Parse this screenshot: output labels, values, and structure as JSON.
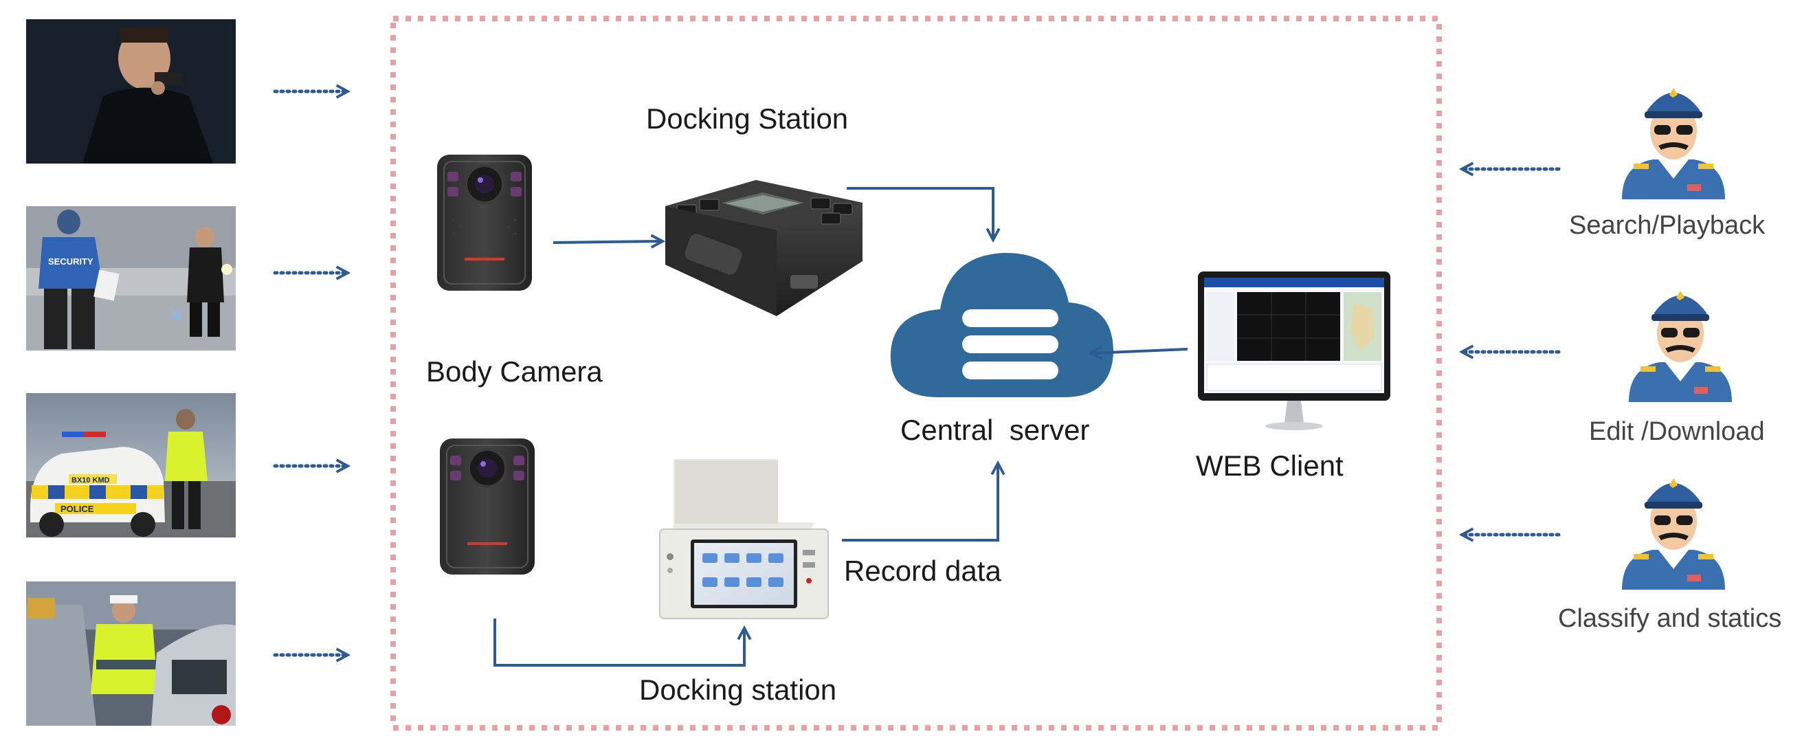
{
  "labels": {
    "docking_station_top": "Docking Station",
    "body_camera": "Body Camera",
    "central_server": "Central  server",
    "web_client": "WEB Client",
    "record_data": "Record data",
    "docking_station_bottom": "Docking station",
    "search_playback": "Search/Playback",
    "edit_download": "Edit /Download",
    "classify_statics": "Classify and statics"
  },
  "photo_badges": {
    "security": "SECURITY",
    "police": "POLICE"
  },
  "colors": {
    "arrow": "#2e5a93",
    "dashed_border": "#e8a0a0",
    "cloud": "#2f6a9a",
    "officer_uniform": "#3a6fb0",
    "text": "#1a1a1a",
    "user_text": "#444444"
  },
  "icons": [
    "body-camera-icon",
    "docking-station-icon",
    "cloud-server-icon",
    "monitor-icon",
    "officer-avatar-icon"
  ]
}
